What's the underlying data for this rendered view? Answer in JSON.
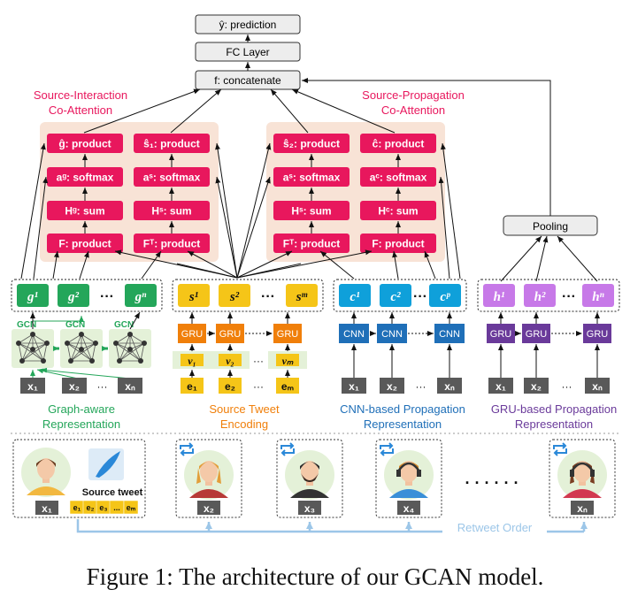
{
  "top": {
    "prediction": "ŷ: prediction",
    "fc": "FC Layer",
    "concat": "f: concatenate",
    "pooling": "Pooling"
  },
  "coattention": {
    "interaction_title": [
      "Source-Interaction",
      "Co-Attention"
    ],
    "propagation_title": [
      "Source-Propagation",
      "Co-Attention"
    ]
  },
  "attn_boxes": {
    "ghat": "ĝ: product",
    "s1hat": "ŝ₁: product",
    "s2hat": "ŝ₂: product",
    "chat": "ĉ: product",
    "ag": "aᵍ: softmax",
    "as1": "aˢ: softmax",
    "as2": "aˢ: softmax",
    "ac": "aᶜ: softmax",
    "hg": "Hᵍ: sum",
    "hs1": "Hˢ: sum",
    "hs2": "Hˢ: sum",
    "hc": "Hᶜ: sum",
    "f1": "F: product",
    "ft1": "Fᵀ: product",
    "ft2": "Fᵀ: product",
    "f2": "F: product"
  },
  "vectors": {
    "g": [
      "g¹",
      "g²",
      "gⁿ"
    ],
    "s": [
      "s¹",
      "s²",
      "sᵐ"
    ],
    "c": [
      "c¹",
      "c²",
      "cᵖ"
    ],
    "h": [
      "h¹",
      "h²",
      "hⁿ"
    ],
    "dots": "···"
  },
  "gcn_label": "GCN",
  "gru_label": "GRU",
  "cnn_label": "CNN",
  "v": [
    "v₁",
    "v₂",
    "vₘ"
  ],
  "e": [
    "e₁",
    "e₂",
    "eₘ"
  ],
  "x": [
    "x₁",
    "x₂",
    "xₙ"
  ],
  "captions": {
    "graph": [
      "Graph-aware",
      "Representation"
    ],
    "source": [
      "Source Tweet",
      "Encoding"
    ],
    "cnn": [
      "CNN-based Propagation",
      "Representation"
    ],
    "gru": [
      "GRU-based Propagation",
      "Representation"
    ]
  },
  "bottom": {
    "source_tweet": "Source tweet",
    "tokens": [
      "e₁",
      "e₂",
      "e₃",
      "...",
      "eₘ"
    ],
    "users": [
      "x₁",
      "x₂",
      "x₃",
      "x₄",
      "xₙ"
    ],
    "ellipsis": "· · · · · ·",
    "retweet_order": "Retweet Order"
  },
  "figure_caption": "Figure 1: The architecture of our GCAN model.",
  "colors": {
    "pink": "#E8175D",
    "peach": "#F8E3D6",
    "green": "#24A65A",
    "orange": "#F07F0A",
    "yellow": "#F5C518",
    "blue": "#0FA0DA",
    "cnnblue": "#1F6FB8",
    "purple": "#6A3A9A",
    "violet": "#C779E8",
    "gray": "#595959",
    "lightblue": "#9CC6E8"
  }
}
